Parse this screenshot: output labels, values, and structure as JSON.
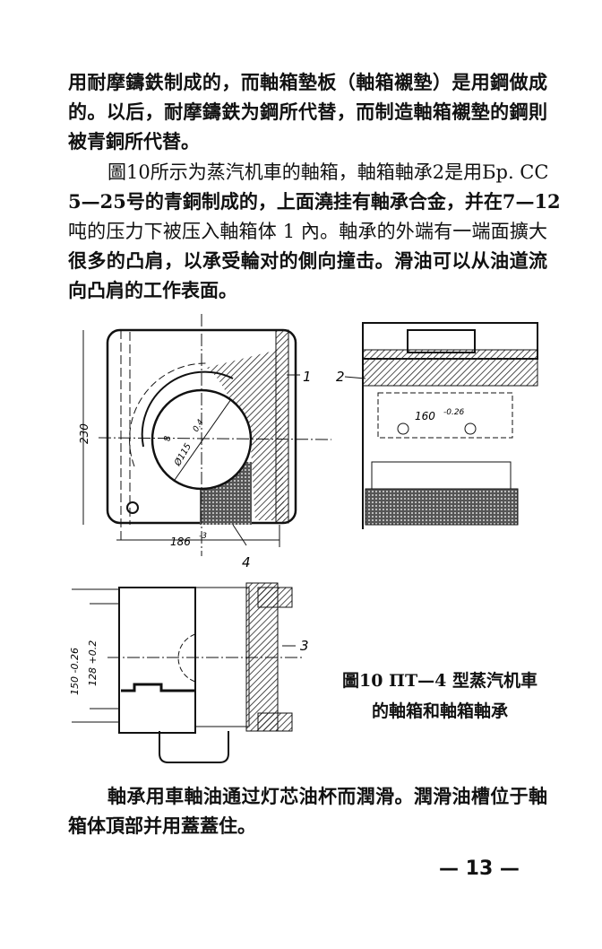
{
  "paragraph1": {
    "lines": [
      "用耐摩鑄鉄制成的，而軸箱墊板（軸箱襯墊）是用鋼做成",
      "的。以后，耐摩鑄鉄为鋼所代替，而制造軸箱襯墊的鋼則",
      "被青銅所代替。"
    ]
  },
  "paragraph2": {
    "lines": [
      "圖10所示为蒸汽机車的軸箱，軸箱軸承2是用Бр. СС",
      "5—25号的青銅制成的，上面澆挂有軸承合金，并在7—12",
      "吨的压力下被压入軸箱体 1 內。軸承的外端有一端面擴大",
      "很多的凸肩，以承受輪对的側向撞击。滑油可以从油道流",
      "向凸肩的工作表面。"
    ]
  },
  "figure": {
    "labels": {
      "part1": "1",
      "part2": "2",
      "part3": "3",
      "part4": "4",
      "height_230": "230",
      "width_186": "186",
      "width_186_tol": "-3",
      "diameter": "Ø115",
      "diameter_tol": "0.4",
      "offset": "8",
      "dim_160": "160",
      "dim_160_tol": "-0.26",
      "dim_150": "150 -0.26",
      "dim_128": "128 +0.2"
    },
    "caption_line1": "圖10  ПТ—4 型蒸汽机車",
    "caption_line2": "的軸箱和軸箱軸承"
  },
  "paragraph3": {
    "lines": [
      "軸承用車軸油通过灯芯油杯而潤滑。潤滑油槽位于軸",
      "箱体頂部并用蓋蓋住。"
    ]
  },
  "page_number": "— 13 —"
}
